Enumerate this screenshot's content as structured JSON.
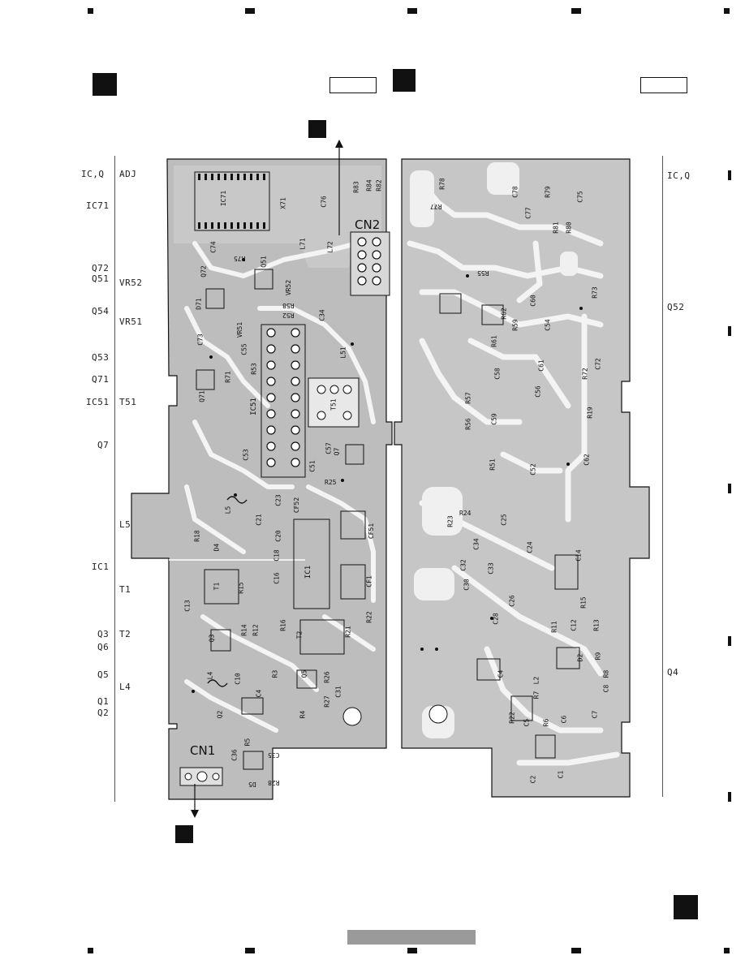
{
  "left_column": {
    "header": "IC,Q",
    "labels": [
      "IC71",
      "Q72",
      "Q51",
      "Q54",
      "Q53",
      "Q71",
      "IC51",
      "Q7",
      "IC1",
      "Q3",
      "Q6",
      "Q5",
      "Q1",
      "Q2"
    ]
  },
  "left_column_2": {
    "header": "ADJ",
    "labels": [
      "VR52",
      "VR51",
      "T51",
      "L5",
      "T1",
      "T2",
      "L4"
    ]
  },
  "right_column": {
    "header": "IC,Q",
    "labels": [
      "Q52",
      "Q4"
    ]
  },
  "left_board": {
    "connector_top": "CN2",
    "connector_bottom": "CN1",
    "component_labels": [
      "IC71",
      "X71",
      "C76",
      "R83",
      "R84",
      "R82",
      "Q72",
      "Q51",
      "L71",
      "L72",
      "C74",
      "R75",
      "D71",
      "VR52",
      "R58",
      "R52",
      "VR51",
      "C34",
      "C55",
      "C73",
      "IC51",
      "T51",
      "L51",
      "R53",
      "R71",
      "Q71",
      "C53",
      "C51",
      "C57",
      "Q7",
      "L5",
      "C21",
      "R18",
      "D4",
      "C20",
      "CF52",
      "C23",
      "R25",
      "CF51",
      "C18",
      "IC1",
      "CF1",
      "T1",
      "R15",
      "C13",
      "C16",
      "R22",
      "Q3",
      "R14",
      "R12",
      "R16",
      "T2",
      "R21",
      "C10",
      "L4",
      "R3",
      "Q5",
      "R26",
      "C31",
      "C4",
      "R27",
      "Q2",
      "R4",
      "C36",
      "R5",
      "C35",
      "R28",
      "D5"
    ]
  },
  "right_board": {
    "component_labels": [
      "R78",
      "R77",
      "C78",
      "C77",
      "R79",
      "C75",
      "R81",
      "R80",
      "R55",
      "R73",
      "C60",
      "R62",
      "R59",
      "C54",
      "R61",
      "C61",
      "C72",
      "R72",
      "C58",
      "C56",
      "R57",
      "C59",
      "R56",
      "R19",
      "C62",
      "R51",
      "C52",
      "R24",
      "R23",
      "C25",
      "C24",
      "C14",
      "C34",
      "C32",
      "C33",
      "C30",
      "C26",
      "R15",
      "C28",
      "R13",
      "C12",
      "R11",
      "R9",
      "R8",
      "C8",
      "D2",
      "C4",
      "L2",
      "R7",
      "C7",
      "C6",
      "R6",
      "C5",
      "R22",
      "C2",
      "C1"
    ]
  }
}
